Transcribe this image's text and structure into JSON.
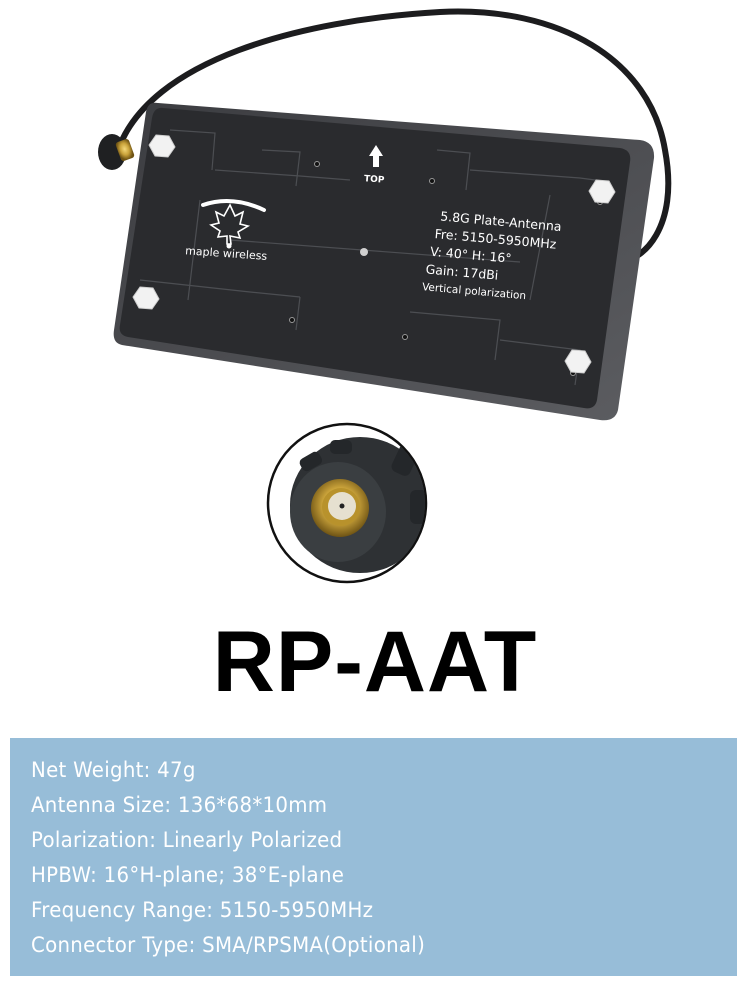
{
  "product_image": {
    "description": "Black 5.8G plate antenna with coaxial cable and SMA connector",
    "logo_text": "maple wireless",
    "top_marker_label": "TOP",
    "board_label_lines": [
      "5.8G Plate-Antenna",
      "Fre: 5150-5950MHz",
      "V: 40° H: 16°",
      "Gain: 17dBi",
      "Vertical polarization"
    ],
    "connector_inset": "RP-SMA connector close-up",
    "colors": {
      "board": "#2a2b2e",
      "housing": "#4a4b4f",
      "connector_gold": "#c9a23a",
      "connector_body": "#3c4043"
    }
  },
  "model_title": "RP-AAT",
  "specs": {
    "background_color": "#97bdd8",
    "text_color": "#ffffff",
    "lines": [
      "Net Weight: 47g",
      "Antenna Size: 136*68*10mm",
      "Polarization: Linearly Polarized",
      "HPBW: 16°H-plane;  38°E-plane",
      "Frequency Range: 5150-5950MHz",
      "Connector Type: SMA/RPSMA(Optional)"
    ]
  }
}
